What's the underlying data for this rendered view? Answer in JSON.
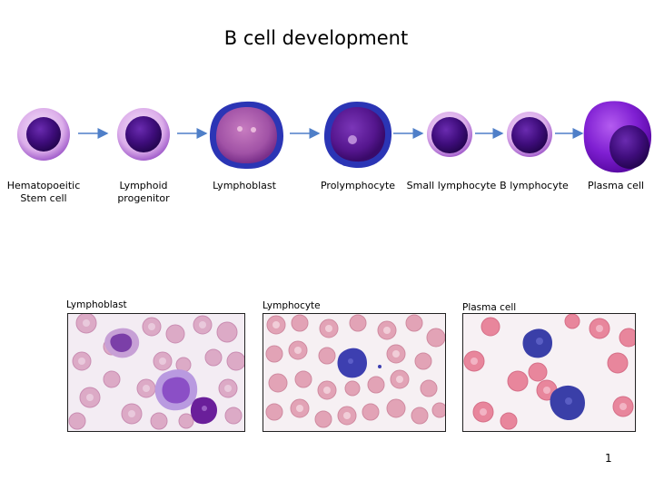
{
  "title": "B cell development",
  "stages": [
    {
      "label": "Hematopoeitic Stem cell"
    },
    {
      "label": "Lymphoid progenitor"
    },
    {
      "label": "Lymphoblast"
    },
    {
      "label": "Prolymphocyte"
    },
    {
      "label": "Small lymphocyte"
    },
    {
      "label": "B lymphocyte"
    },
    {
      "label": "Plasma cell"
    }
  ],
  "photos": [
    {
      "label": "Lymphoblast"
    },
    {
      "label": "Lymphocyte"
    },
    {
      "label": "Plasma cell"
    }
  ],
  "page_number": "1",
  "colors": {
    "arrow": "#4f7fc8",
    "nucleus": "#3a0b6e",
    "cytoplasm_light": "#e9c8f4",
    "cytoplasm_dark": "#8a3fc8",
    "blast_body": "#a55aa8",
    "blast_rim": "#2c36b8",
    "plasma_body": "#7a1fd0",
    "rbc": "#dd8fa8"
  }
}
